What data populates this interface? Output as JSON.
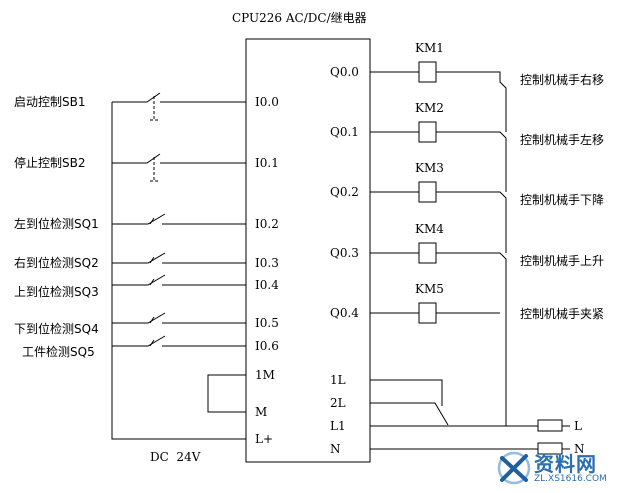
{
  "title": "CPU226 AC/DC/继电器",
  "inputs": [
    {
      "label": "启动控制SB1",
      "terminal": "I0.0"
    },
    {
      "label": "停止控制SB2",
      "terminal": "I0.1"
    },
    {
      "label": "左到位检测SQ1",
      "terminal": "I0.2"
    },
    {
      "label": "右到位检测SQ2",
      "terminal": "I0.3"
    },
    {
      "label": "上到位检测SQ3",
      "terminal": "I0.4"
    },
    {
      "label": "下到位检测SQ4",
      "terminal": "I0.5"
    },
    {
      "label": "工件检测SQ5",
      "terminal": "I0.6"
    }
  ],
  "left_terminals": [
    "1M",
    "M",
    "L+"
  ],
  "outputs": [
    {
      "terminal": "Q0.0",
      "coil": "KM1",
      "label": "控制机械手右移"
    },
    {
      "terminal": "Q0.1",
      "coil": "KM2",
      "label": "控制机械手左移"
    },
    {
      "terminal": "Q0.2",
      "coil": "KM3",
      "label": "控制机械手下降"
    },
    {
      "terminal": "Q0.3",
      "coil": "KM4",
      "label": "控制机械手上升"
    },
    {
      "terminal": "Q0.4",
      "coil": "KM5",
      "label": "控制机械手夹紧"
    }
  ],
  "power_terminals": [
    "1L",
    "2L",
    "L1",
    "N"
  ],
  "supply_lines": [
    "L",
    "N"
  ],
  "dc_label": "DC  24V",
  "watermark": {
    "brand": "资料网",
    "url": "ZL.XS1616.COM"
  }
}
